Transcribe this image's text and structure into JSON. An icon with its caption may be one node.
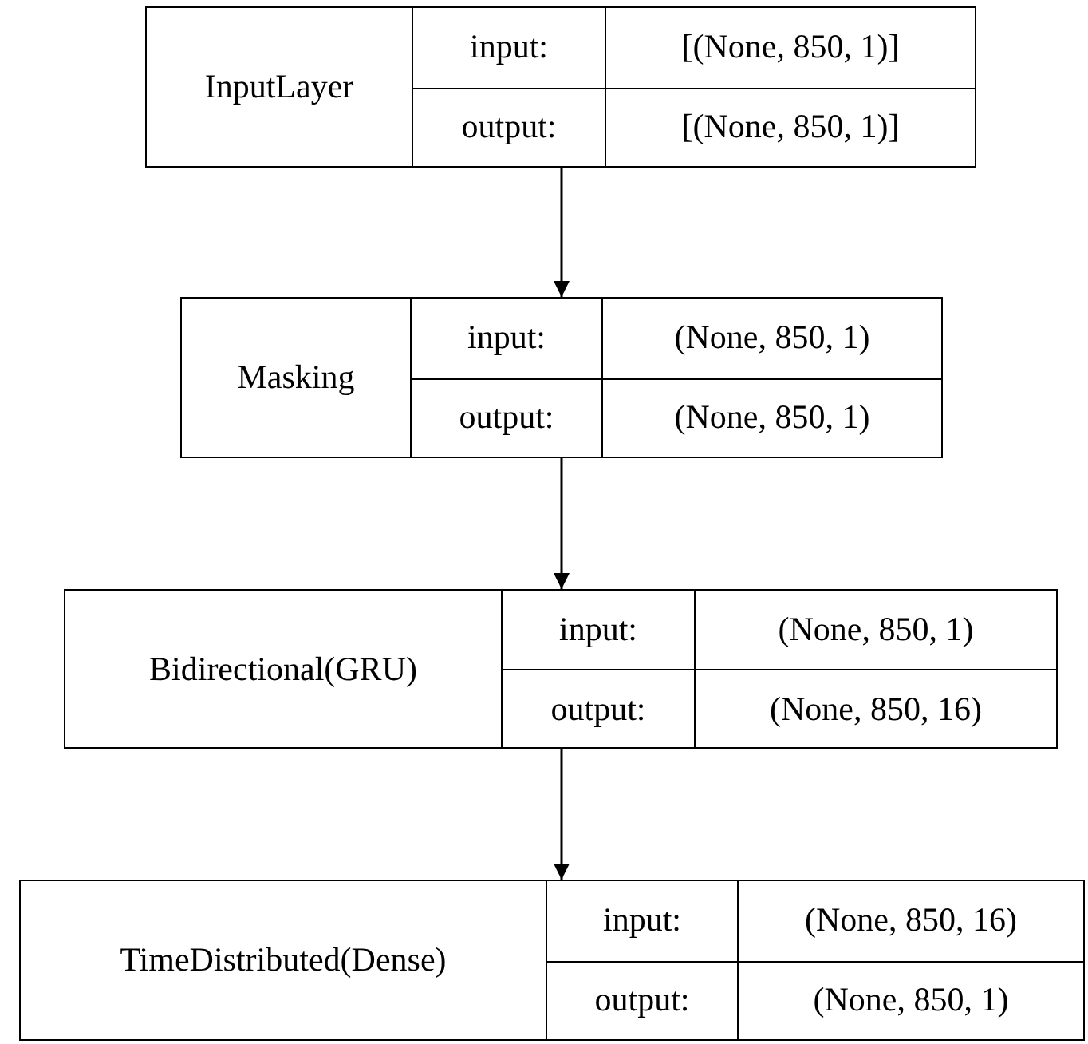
{
  "diagram": {
    "nodes": [
      {
        "text": [
          "InputLayer",
          "input:",
          "[(None, 850, 1)]",
          "output:",
          "[(None, 850, 1)]"
        ]
      },
      {
        "text": [
          "Masking",
          "input:",
          "(None, 850, 1)",
          "output:",
          "(None, 850, 1)"
        ]
      },
      {
        "text": [
          "Bidirectional(GRU)",
          "input:",
          "(None, 850, 1)",
          "output:",
          "(None, 850, 16)"
        ]
      },
      {
        "text": [
          "TimeDistributed(Dense)",
          "input:",
          "(None, 850, 16)",
          "output:",
          "(None, 850, 1)"
        ]
      }
    ],
    "edges": [
      {
        "from": 0,
        "to": 1,
        "arrow": "to"
      },
      {
        "from": 1,
        "to": 2,
        "arrow": "to"
      },
      {
        "from": 2,
        "to": 3,
        "arrow": "to"
      }
    ]
  }
}
